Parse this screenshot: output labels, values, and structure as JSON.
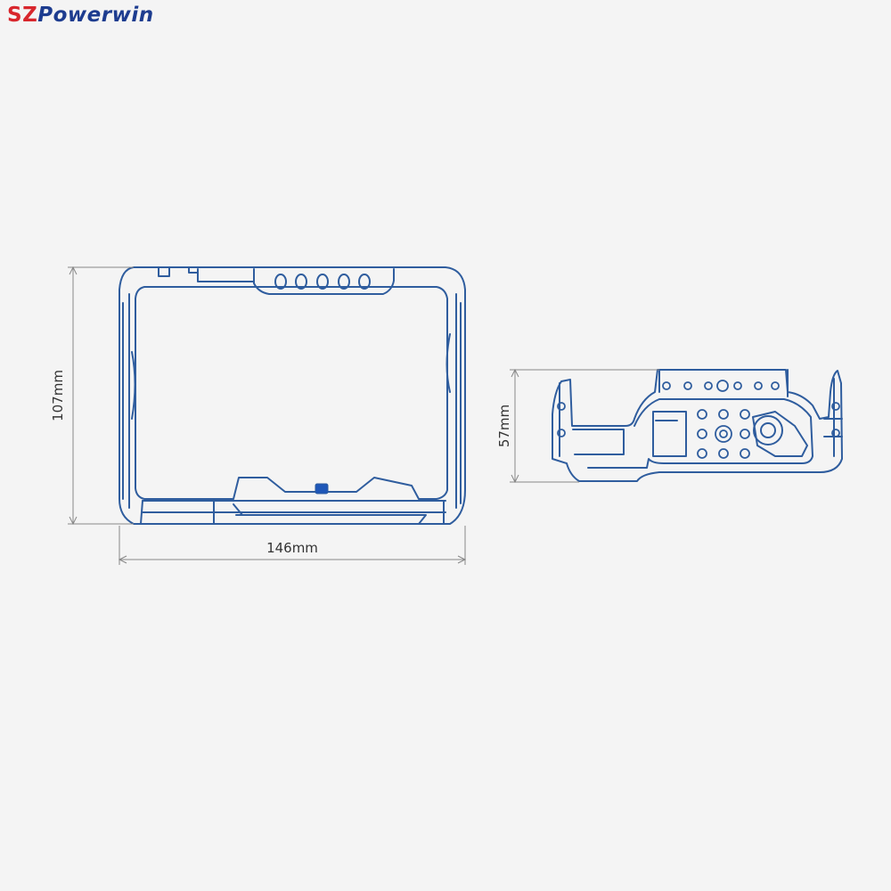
{
  "logo": {
    "part1": "SZ",
    "part2": "Powerwin",
    "colors": {
      "part1": "#d8262c",
      "part2": "#1d3c8f"
    }
  },
  "dimensions": {
    "height_front": "107mm",
    "width_front": "146mm",
    "height_side": "57mm"
  },
  "colors": {
    "outline": "#2f5d9e",
    "dimension_line": "#888888",
    "accent": "#1f57b8"
  }
}
